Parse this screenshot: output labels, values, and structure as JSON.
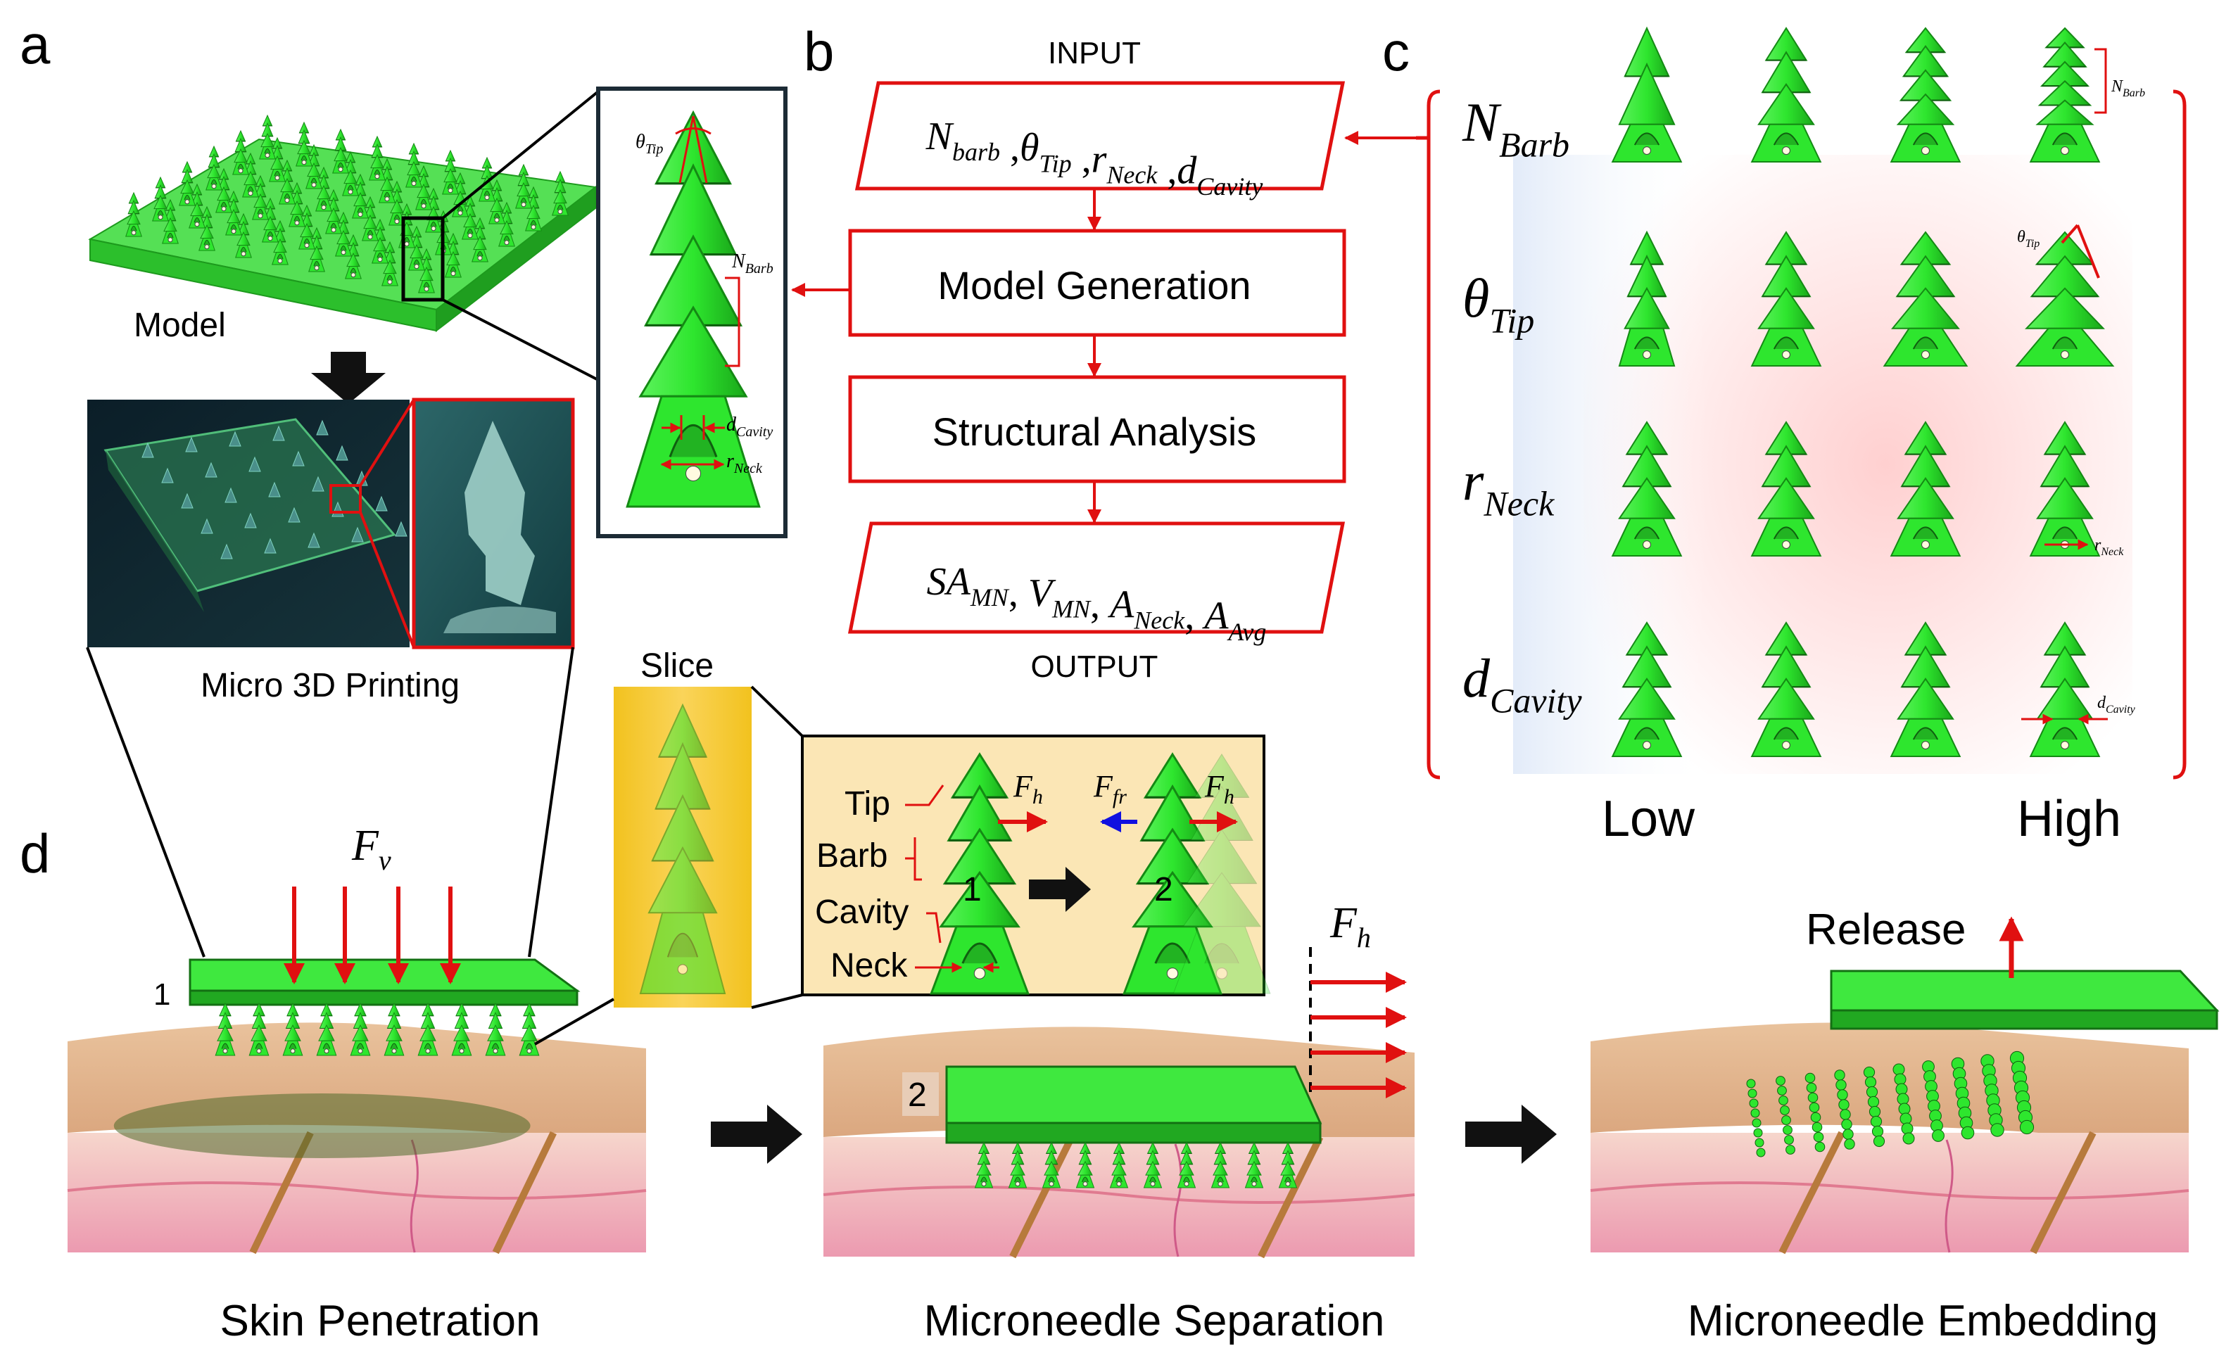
{
  "panels": {
    "a": "a",
    "b": "b",
    "c": "c",
    "d": "d"
  },
  "panel_a": {
    "model_label": "Model",
    "print_label": "Micro 3D Printing",
    "zoom_labels": {
      "theta": "θ",
      "theta_sub": "Tip",
      "nbarb": "N",
      "nbarb_sub": "Barb",
      "dcav": "d",
      "dcav_sub": "Cavity",
      "rneck": "r",
      "rneck_sub": "Neck"
    }
  },
  "panel_b": {
    "input_label": "INPUT",
    "output_label": "OUTPUT",
    "input_box": [
      {
        "m": "N",
        "s": "barb"
      },
      {
        "t": " ,"
      },
      {
        "m": "θ",
        "s": "Tip"
      },
      {
        "t": " ,"
      },
      {
        "m": "r",
        "s": "Neck"
      },
      {
        "t": " ,"
      },
      {
        "m": "d",
        "s": "Cavity"
      }
    ],
    "step1": "Model Generation",
    "step2": "Structural Analysis",
    "output_box": [
      {
        "m": "SA",
        "s": "MN"
      },
      {
        "t": ", "
      },
      {
        "m": "V",
        "s": "MN"
      },
      {
        "t": ", "
      },
      {
        "m": "A",
        "s": "Neck"
      },
      {
        "t": ", "
      },
      {
        "m": "A",
        "s": "Avg"
      }
    ]
  },
  "panel_c": {
    "rows": [
      {
        "m": "N",
        "s": "Barb"
      },
      {
        "m": "θ",
        "s": "Tip"
      },
      {
        "m": "r",
        "s": "Neck"
      },
      {
        "m": "d",
        "s": "Cavity"
      }
    ],
    "low_label": "Low",
    "high_label": "High",
    "small_labels": [
      {
        "m": "N",
        "s": "Barb"
      },
      {
        "m": "θ",
        "s": "Tip"
      },
      {
        "m": "r",
        "s": "Neck"
      },
      {
        "m": "d",
        "s": "Cavity"
      }
    ]
  },
  "panel_d": {
    "fv_label": "F",
    "fv_sub": "v",
    "slice_label": "Slice",
    "inset": {
      "tip": "Tip",
      "barb": "Barb",
      "cavity": "Cavity",
      "neck": "Neck",
      "fh": "F",
      "fh_sub": "h",
      "ffr": "F",
      "ffr_sub": "fr",
      "step1": "1",
      "step2": "2"
    },
    "step_nums": [
      "1",
      "2"
    ],
    "fh_label": "F",
    "fh_sub": "h",
    "release_label": "Release",
    "captions": [
      "Skin Penetration",
      "Microneedle Separation",
      "Microneedle Embedding"
    ]
  },
  "colors": {
    "needle": "#2ee62e",
    "needle_dark": "#148a14",
    "red": "#e01010",
    "blue": "#1010e0",
    "skin": "#e7bf99",
    "dermis": "#f3c9c0",
    "inset_bg": "#fbe6b5"
  }
}
